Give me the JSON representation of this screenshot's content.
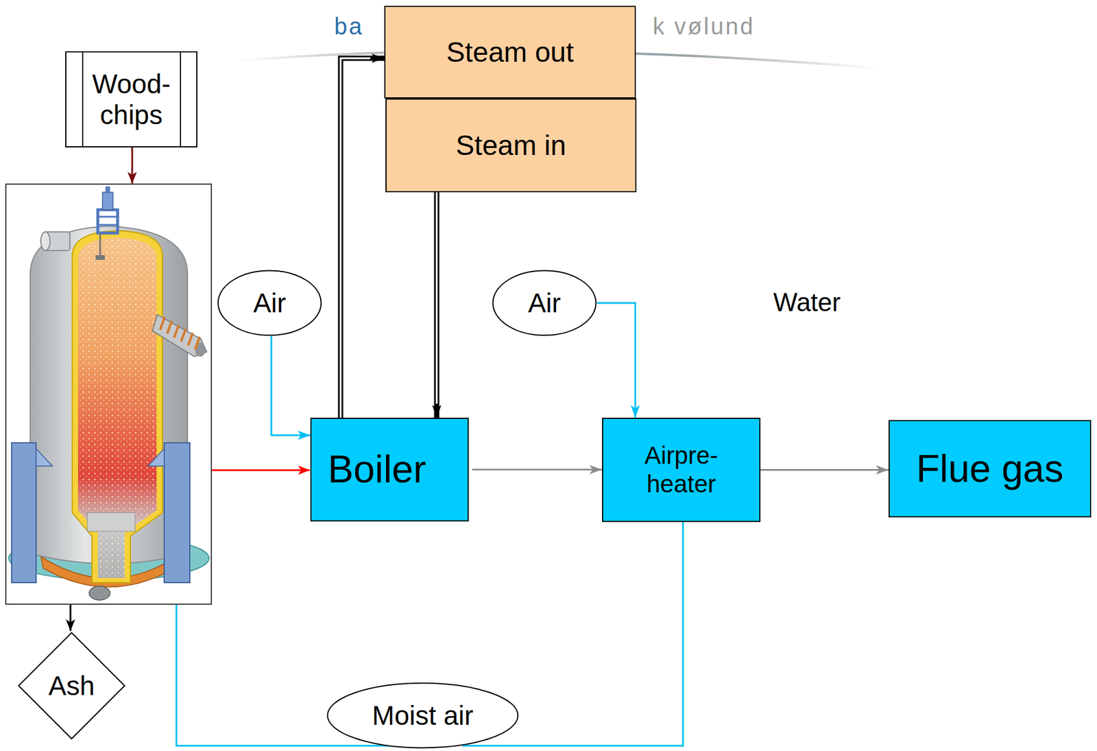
{
  "diagram": {
    "nodes": [
      {
        "text": [
          "Wood- chips"
        ]
      },
      {
        "text": [
          "Steam out"
        ]
      },
      {
        "text": [
          "Steam in"
        ]
      },
      {
        "text": [
          "Air"
        ]
      },
      {
        "text": [
          "Air"
        ]
      },
      {
        "text": [
          "Boiler"
        ]
      },
      {
        "text": [
          "Airpre- heater"
        ]
      },
      {
        "text": [
          "Flue gas"
        ]
      },
      {
        "text": [
          "Ash"
        ]
      },
      {
        "text": [
          "Moist air"
        ]
      }
    ],
    "edges": [
      {
        "from": 3,
        "to": 5,
        "arrow": "to"
      },
      {
        "from": 5,
        "to": 1,
        "arrow": "to"
      },
      {
        "from": 2,
        "to": 5,
        "arrow": "to"
      },
      {
        "from": 4,
        "to": 6,
        "arrow": "to"
      },
      {
        "from": 5,
        "to": 6,
        "arrow": "to"
      },
      {
        "from": 6,
        "to": 7,
        "arrow": "to"
      },
      {
        "from": 6,
        "to": 9,
        "arrow": "none"
      }
    ],
    "labels": [
      "ba",
      "k vølund",
      "Water"
    ]
  }
}
